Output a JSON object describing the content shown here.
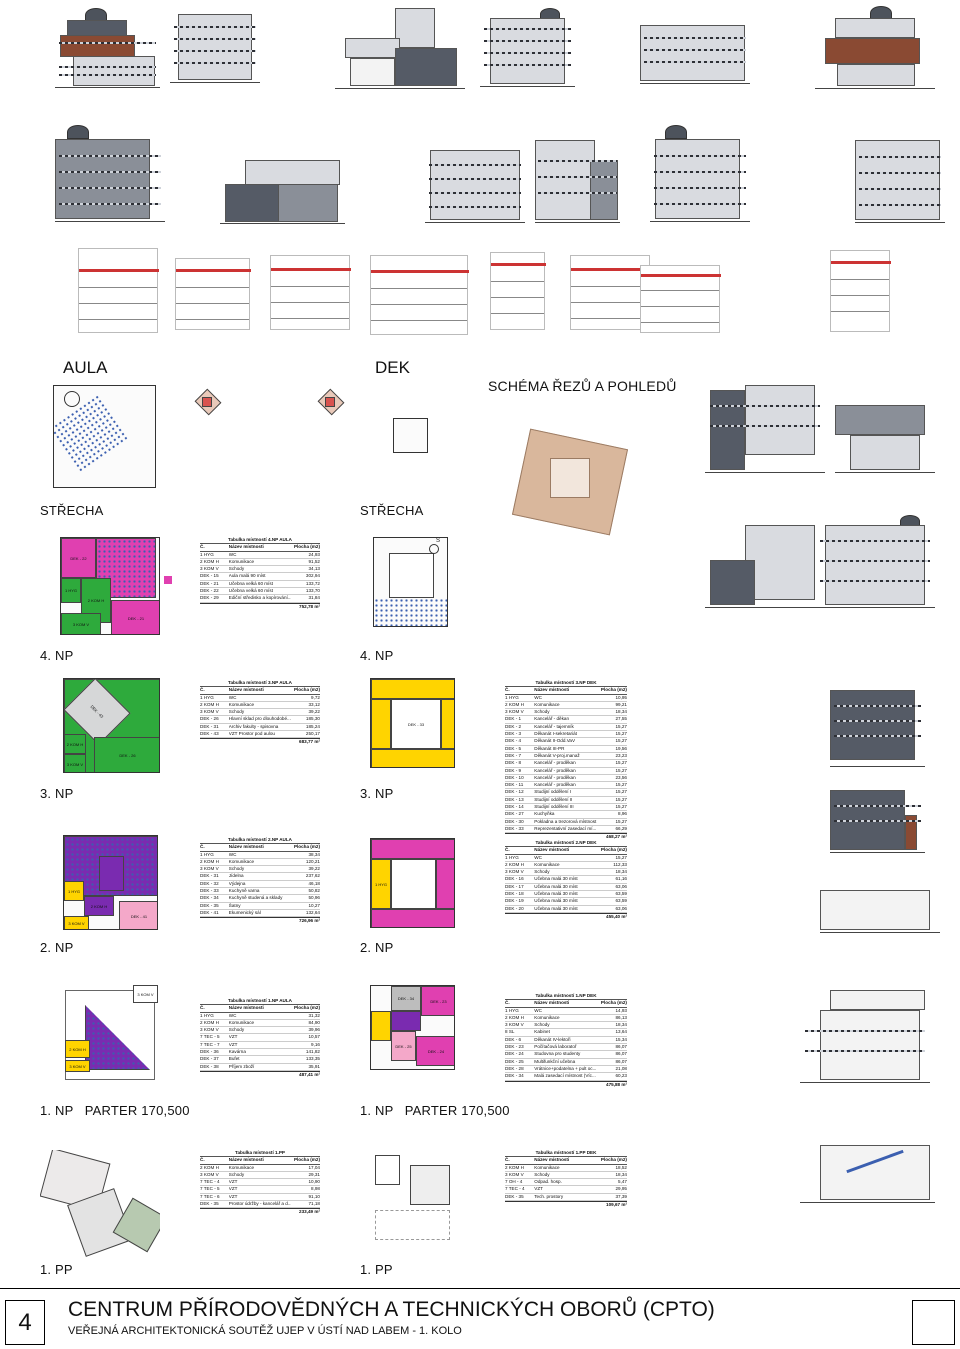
{
  "labels": {
    "aula": "AULA",
    "dek": "DEK",
    "schema": "SCHÉMA ŘEZŮ A POHLEDŮ",
    "strecha_aula": "STŘECHA",
    "strecha_dek": "STŘECHA",
    "np4_aula": "4. NP",
    "np4_dek": "4. NP",
    "np3_aula": "3. NP",
    "np3_dek": "3. NP",
    "np2_aula": "2. NP",
    "np2_dek": "2. NP",
    "np1_aula": "1. NP   PARTER 170,500",
    "np1_dek": "1. NP   PARTER 170,500",
    "pp1_aula": "1. PP",
    "pp1_dek": "1. PP",
    "north_s": "S"
  },
  "table_headers": {
    "num": "Č.",
    "name": "Název místnosti",
    "area": "Plocha (m2)"
  },
  "tables": {
    "np4_aula": {
      "title": "Tabulka místností 4.NP AULA",
      "rows": [
        [
          "1 HYG",
          "WC",
          "24,93"
        ],
        [
          "2 KOM H",
          "Komunikace",
          "91,52"
        ],
        [
          "3 KOM V",
          "Schody",
          "34,13"
        ],
        [
          "DEK - 15",
          "Aula malá 90 míst",
          "302,94"
        ],
        [
          "DEK - 21",
          "Učebna velká 60 míst",
          "133,72"
        ],
        [
          "DEK - 22",
          "Učebna velká 60 míst",
          "133,70"
        ],
        [
          "DEK - 29",
          "Ediční středisko a kopírování...",
          "31,84"
        ]
      ],
      "total": "752,78 m²"
    },
    "np3_aula": {
      "title": "Tabulka místností 3.NP AULA",
      "rows": [
        [
          "1 HYG",
          "WC",
          "9,72"
        ],
        [
          "2 KOM H",
          "Komunikace",
          "33,12"
        ],
        [
          "3 KOM V",
          "Schody",
          "39,22"
        ],
        [
          "DEK - 26",
          "Hlavní sklad pro dlouhodobé...",
          "185,30"
        ],
        [
          "DEK - 31",
          "Archiv fakulty - spisovna",
          "185,24"
        ],
        [
          "DEK - 43",
          "VZT Prostor pod aulou",
          "250,17"
        ]
      ],
      "total": "683,77 m²"
    },
    "np3_dek": {
      "title": "Tabulka místností 3.NP DEK",
      "rows": [
        [
          "1 HYG",
          "WC",
          "10,95"
        ],
        [
          "2 KOM H",
          "Komunikace",
          "99,21"
        ],
        [
          "3 KOM V",
          "Schody",
          "18,34"
        ],
        [
          "DEK - 1",
          "Kancelář - děkan",
          "27,55"
        ],
        [
          "DEK - 2",
          "Kancelář - tajemník",
          "15,27"
        ],
        [
          "DEK - 3",
          "Děkanát I-sekretariát",
          "15,27"
        ],
        [
          "DEK - 4",
          "Děkanát II-Odd.VaV",
          "15,27"
        ],
        [
          "DEK - 5",
          "Děkanát III-PR",
          "19,56"
        ],
        [
          "DEK - 7",
          "Děkanát V-proj.manaž",
          "23,23"
        ],
        [
          "DEK - 8",
          "Kancelář - proděkan",
          "15,27"
        ],
        [
          "DEK - 9",
          "Kancelář - proděkan",
          "15,27"
        ],
        [
          "DEK - 10",
          "Kancelář - proděkan",
          "23,56"
        ],
        [
          "DEK - 11",
          "Kancelář - proděkan",
          "15,27"
        ],
        [
          "DEK - 12",
          "Studijní oddělení I",
          "15,27"
        ],
        [
          "DEK - 13",
          "Studijní oddělení II",
          "15,27"
        ],
        [
          "DEK - 14",
          "Studijní oddělení III",
          "15,27"
        ],
        [
          "DEK - 27",
          "Kuchyňka",
          "8,96"
        ],
        [
          "DEK - 30",
          "Pokladna a trezorová místnost",
          "15,27"
        ],
        [
          "DEK - 33",
          "Reprezentativní zasedací mí...",
          "66,29"
        ]
      ],
      "total": "468,27 m²"
    },
    "np2_aula": {
      "title": "Tabulka místností 2.NP AULA",
      "rows": [
        [
          "1 HYG",
          "WC",
          "38,34"
        ],
        [
          "2 KOM H",
          "Komunikace",
          "120,21"
        ],
        [
          "3 KOM V",
          "Schody",
          "39,22"
        ],
        [
          "DEK - 31",
          "Jídelna",
          "237,62"
        ],
        [
          "DEK - 32",
          "Výdejna",
          "46,18"
        ],
        [
          "DEK - 33",
          "Kuchyně varna",
          "50,82"
        ],
        [
          "DEK - 34",
          "Kuchyně studená a sklady",
          "50,96"
        ],
        [
          "DEK - 35",
          "Šatny",
          "10,27"
        ],
        [
          "DEK - 41",
          "Ekumenický sál",
          "132,64"
        ]
      ],
      "total": "726,96 m²"
    },
    "np2_dek": {
      "title": "Tabulka místností 2.NP DEK",
      "rows": [
        [
          "1 HYG",
          "WC",
          "15,27"
        ],
        [
          "2 KOM H",
          "Komunikace",
          "112,33"
        ],
        [
          "3 KOM V",
          "Schody",
          "18,34"
        ],
        [
          "DEK - 16",
          "Učebna malá 30 míst",
          "61,16"
        ],
        [
          "DEK - 17",
          "Učebna malá 30 míst",
          "63,06"
        ],
        [
          "DEK - 18",
          "Učebna malá 30 míst",
          "63,59"
        ],
        [
          "DEK - 19",
          "Učebna malá 30 míst",
          "63,59"
        ],
        [
          "DEK - 20",
          "Učebna malá 30 míst",
          "63,06"
        ]
      ],
      "total": "455,40 m²"
    },
    "np1_aula": {
      "title": "Tabulka místností 1.NP AULA",
      "rows": [
        [
          "1 HYG",
          "WC",
          "31,32"
        ],
        [
          "2 KOM H",
          "Komunikace",
          "84,90"
        ],
        [
          "3 KOM V",
          "Schody",
          "39,96"
        ],
        [
          "7 TEC - 5",
          "VZT",
          "10,57"
        ],
        [
          "7 TEC - 7",
          "VZT",
          "9,16"
        ],
        [
          "DEK - 36",
          "Kavárna",
          "141,82"
        ],
        [
          "DEK - 37",
          "Bufet",
          "133,35"
        ],
        [
          "DEK - 38",
          "Příjem zboží",
          "35,91"
        ]
      ],
      "total": "487,41 m²"
    },
    "np1_dek": {
      "title": "Tabulka místností 1.NP DEK",
      "rows": [
        [
          "1 HYG",
          "WC",
          "14,93"
        ],
        [
          "2 KOM H",
          "Komunikace",
          "86,13"
        ],
        [
          "3 KOM V",
          "Schody",
          "18,34"
        ],
        [
          "8 SL",
          "Kabinet",
          "13,64"
        ],
        [
          "DEK - 6",
          "Děkanát IV-lektoři",
          "15,34"
        ],
        [
          "DEK - 23",
          "Počítačová laboratoř",
          "86,07"
        ],
        [
          "DEK - 24",
          "Studovna pro studenty",
          "86,07"
        ],
        [
          "DEK - 25",
          "Multifunkční učebna",
          "86,07"
        ],
        [
          "DEK - 28",
          "Vrátnice+podatelna + pult oc...",
          "21,08"
        ],
        [
          "DEK - 34",
          "Malá zasedací místnost (Víc...",
          "60,23"
        ]
      ],
      "total": "475,88 m²"
    },
    "pp1_aula": {
      "title": "Tabulka místností 1.PP",
      "rows": [
        [
          "2 KOM H",
          "Komunikace",
          "17,04"
        ],
        [
          "3 KOM V",
          "Schody",
          "29,31"
        ],
        [
          "7 TEC - 4",
          "VZT",
          "10,90"
        ],
        [
          "7 TEC - 5",
          "VZT",
          "8,98"
        ],
        [
          "7 TEC - 6",
          "VZT",
          "91,10"
        ],
        [
          "DEK - 35",
          "Prostor údržby - kancelář a d...",
          "71,18"
        ]
      ],
      "total": "233,49 m²"
    },
    "pp1_dek": {
      "title": "Tabulka místností 1.PP DEK",
      "rows": [
        [
          "2 KOM H",
          "Komunikace",
          "18,52"
        ],
        [
          "3 KOM V",
          "Schody",
          "18,34"
        ],
        [
          "7 OH - 4",
          "Odpad. hosp.",
          "5,47"
        ],
        [
          "7 TEC - 4",
          "VZT",
          "29,95"
        ],
        [
          "DEK - 35",
          "Tech. prostory",
          "37,39"
        ]
      ],
      "total": "109,67 m²"
    }
  },
  "footer": {
    "page_number": "4",
    "title": "CENTRUM PŘÍRODOVĚDNÝCH A TECHNICKÝCH OBORŮ (CPTO)",
    "subtitle": "VEŘEJNÁ ARCHITEKTONICKÁ SOUTĚŽ UJEP V ÚSTÍ NAD LABEM - 1. KOLO"
  }
}
